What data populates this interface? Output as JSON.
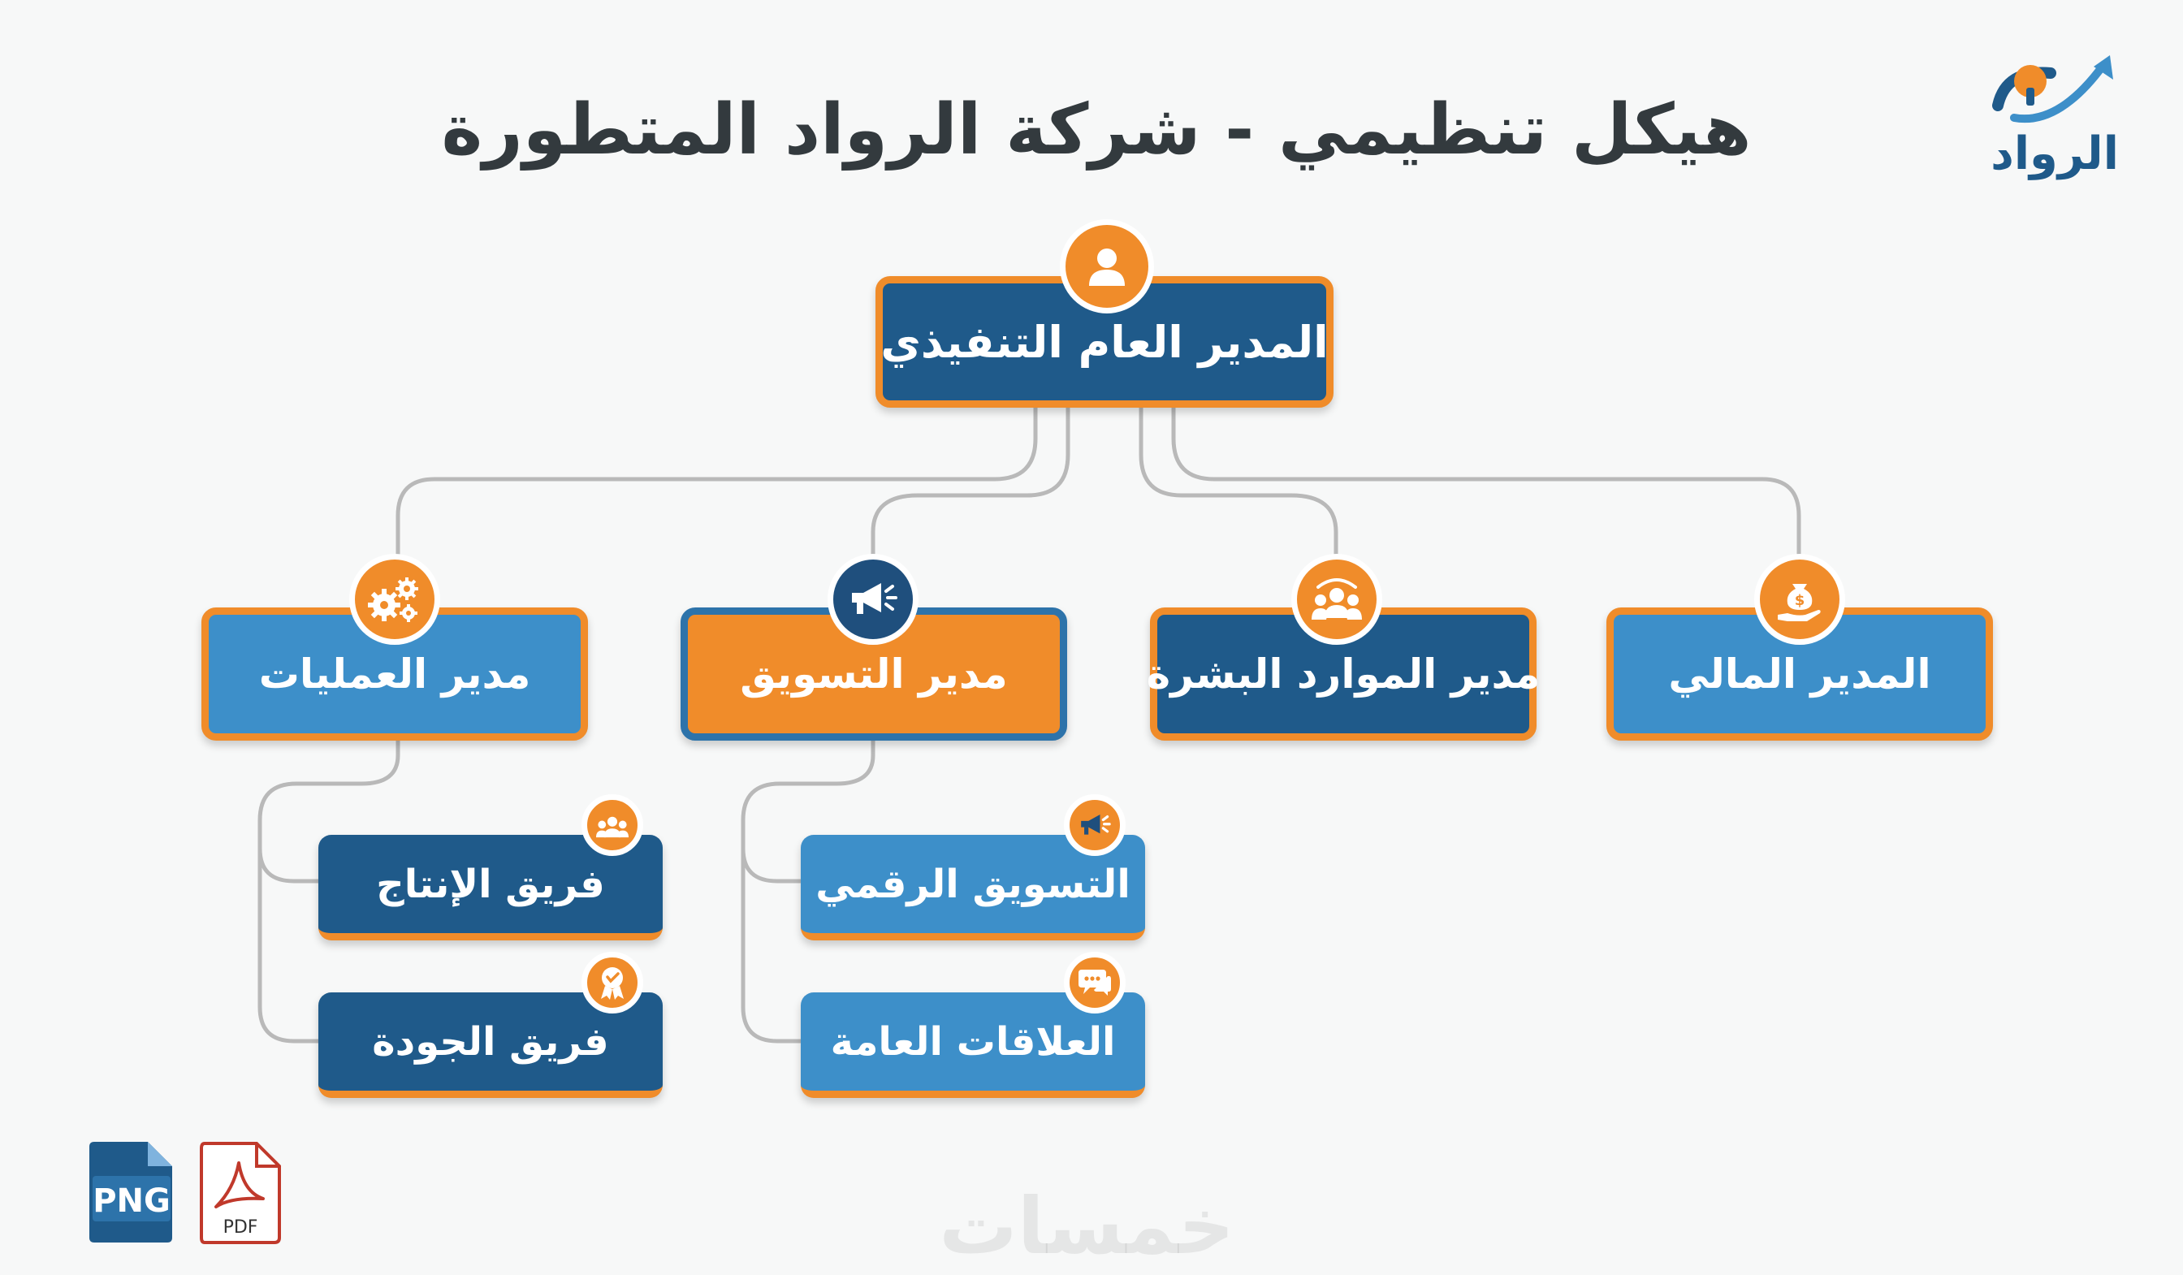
{
  "title": "هيكل تنظيمي - شركة الرواد المتطورة",
  "logo": {
    "text": "الرواد",
    "icon": "growth-arrow-logo-icon"
  },
  "colors": {
    "navy": "#1f5a8a",
    "blue": "#3d8fc9",
    "orange": "#f08c2a",
    "connector": "#b9b9b9",
    "title": "#333a3e"
  },
  "ceo": {
    "label": "المدير العام التنفيذي",
    "icon": "person-icon"
  },
  "managers": [
    {
      "key": "finance",
      "label": "المدير المالي",
      "icon": "money-hand-icon"
    },
    {
      "key": "hr",
      "label": "مدير الموارد البشرة",
      "icon": "team-icon"
    },
    {
      "key": "marketing",
      "label": "مدير التسويق",
      "icon": "megaphone-icon"
    },
    {
      "key": "operations",
      "label": "مدير العمليات",
      "icon": "gears-icon"
    }
  ],
  "teams": {
    "marketing": [
      {
        "label": "التسويق الرقمي",
        "icon": "megaphone-icon"
      },
      {
        "label": "العلاقات العامة",
        "icon": "chat-bubbles-icon"
      }
    ],
    "operations": [
      {
        "label": "فريق الإنتاج",
        "icon": "team-icon"
      },
      {
        "label": "فريق الجودة",
        "icon": "quality-medal-icon"
      }
    ]
  },
  "downloads": [
    {
      "label": "PNG",
      "icon": "png-file-icon"
    },
    {
      "label": "PDF",
      "icon": "pdf-file-icon"
    }
  ],
  "watermark": "خمسات"
}
